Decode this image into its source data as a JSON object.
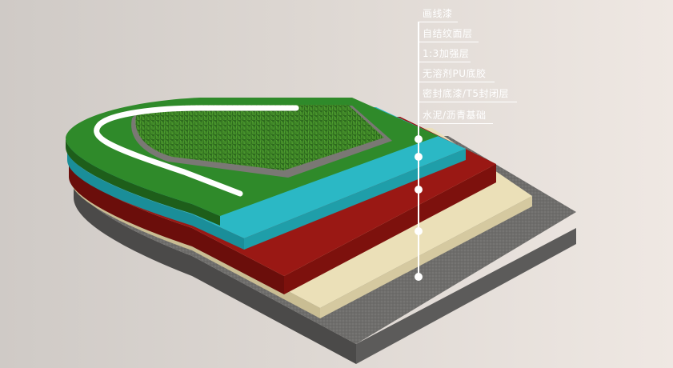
{
  "layers": [
    {
      "label": "画线漆",
      "color": "#ffffff"
    },
    {
      "label": "自结纹面层",
      "color": "#2f8a2a"
    },
    {
      "label": "1:3加强层",
      "color": "#27b3c0"
    },
    {
      "label": "无溶剂PU底胶",
      "color": "#8e1410"
    },
    {
      "label": "密封底漆/T5封闭层",
      "color": "#e8dcb3"
    },
    {
      "label": "水泥/沥青基础",
      "color": "#727070"
    }
  ],
  "background_color": "#ddd7d2"
}
